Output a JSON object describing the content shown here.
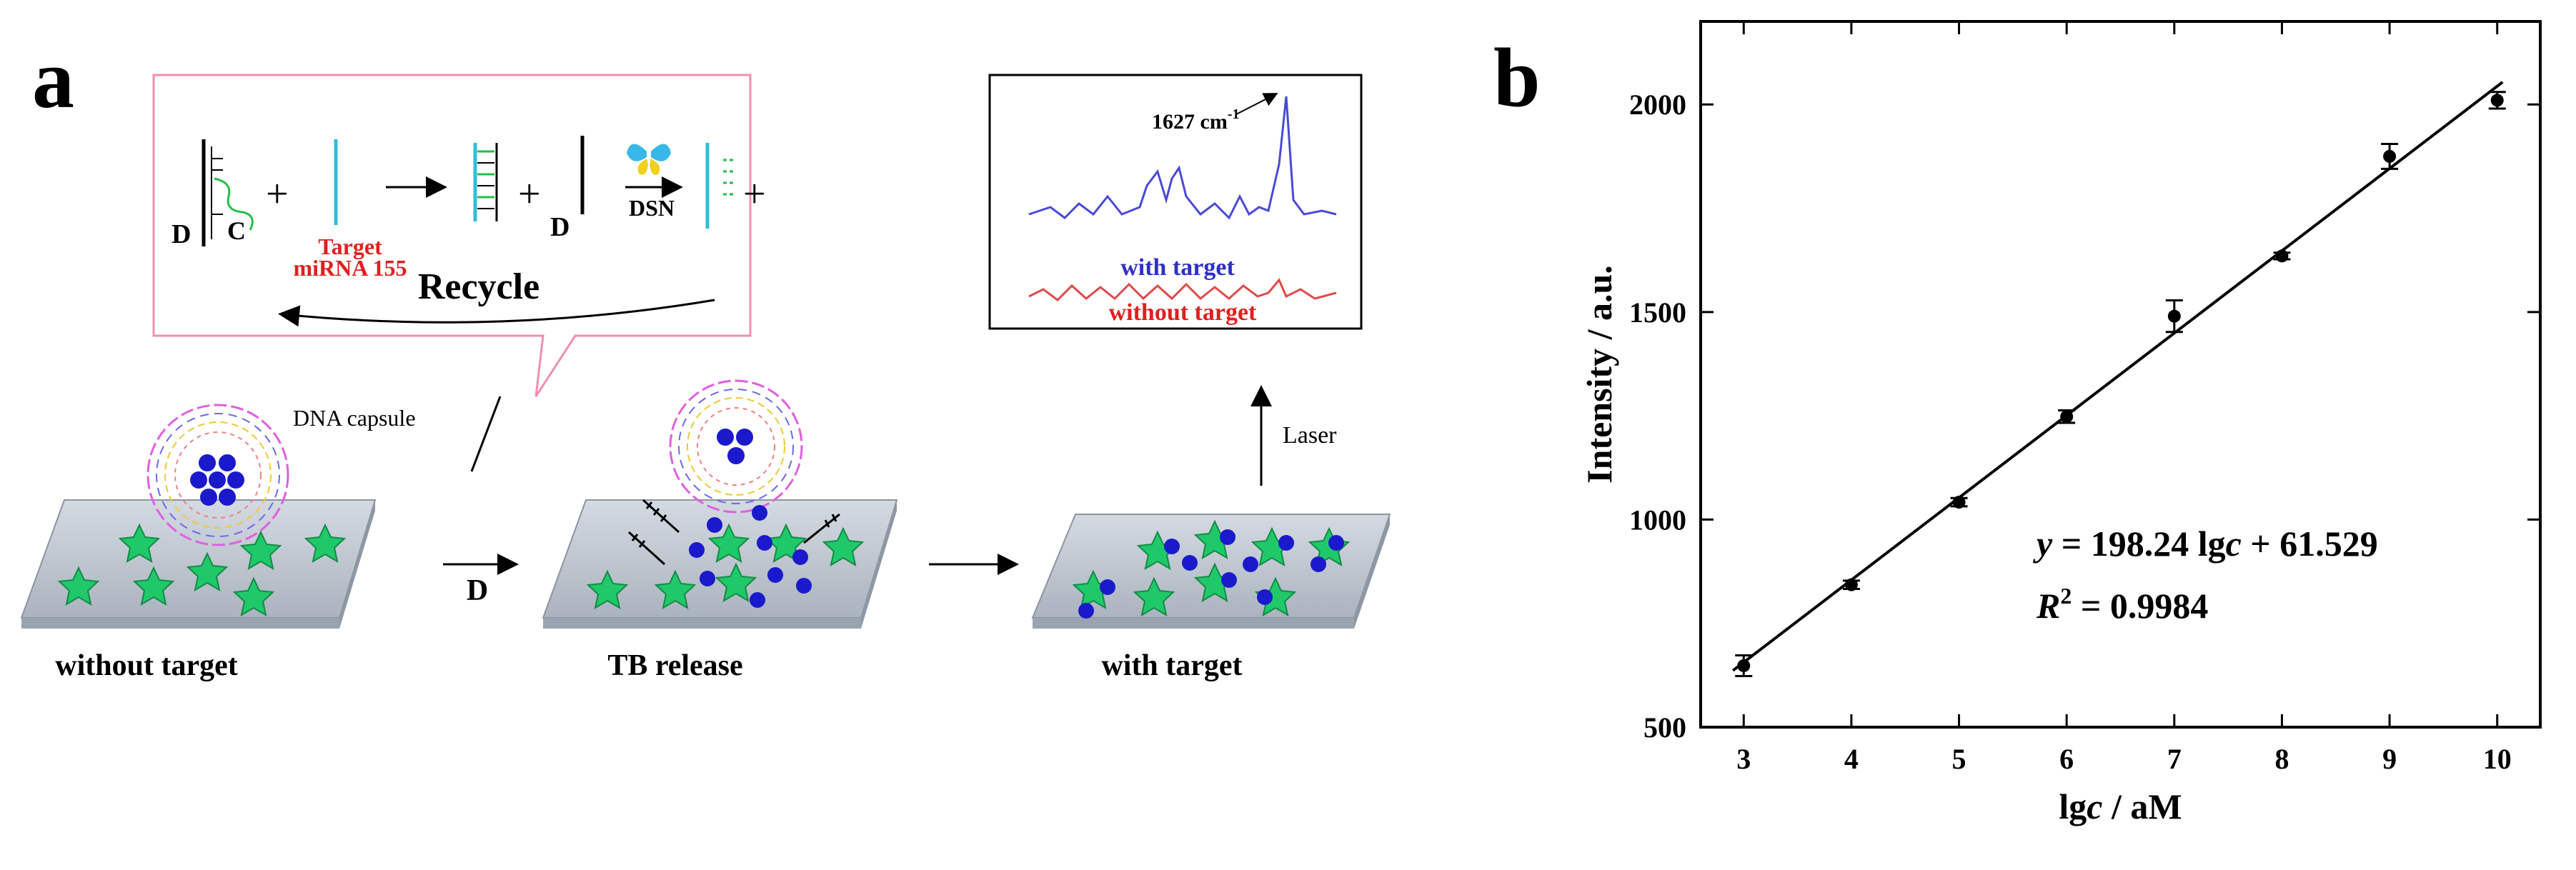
{
  "panel_a": {
    "label": "a",
    "recycle": {
      "d_label": "D",
      "c_label": "C",
      "plus": "+",
      "target_line1": "Target",
      "target_line2": "miRNA 155",
      "dsn_label": "DSN",
      "recycle_label": "Recycle"
    },
    "spectrum": {
      "peak_label": "1627 cm",
      "peak_sup": "-1",
      "with_target": "with target",
      "without_target": "without target"
    },
    "stages": {
      "capsule_label": "DNA capsule",
      "without_target": "without target",
      "d_arrow": "D",
      "tb_release": "TB release",
      "with_target": "with target",
      "laser": "Laser"
    },
    "colors": {
      "recycle_box_border": "#f08fb0",
      "target_red": "#e02020",
      "star_green": "#1fc96a",
      "dot_blue": "#1a1acc",
      "spectrum_blue": "#4a4ad8",
      "spectrum_red": "#e04a4a"
    }
  },
  "panel_b": {
    "label": "b",
    "equation_y": "y",
    "equation_rest1": " = 198.24 lg",
    "equation_c": "c",
    "equation_rest2": " + 61.529",
    "r2_R": "R",
    "r2_sup": "2",
    "r2_value": " = 0.9984"
  },
  "chart_data": {
    "type": "scatter",
    "xlabel_main": "lg",
    "xlabel_italic": "c",
    "xlabel_unit": " / aM",
    "ylabel": "Intensity / a.u.",
    "xlim": [
      2.6,
      10.4
    ],
    "ylim": [
      500,
      2200
    ],
    "x_ticks": [
      3,
      4,
      5,
      6,
      7,
      8,
      9,
      10
    ],
    "y_ticks": [
      500,
      1000,
      1500,
      2000
    ],
    "points": [
      {
        "x": 3,
        "y": 648,
        "err": 25
      },
      {
        "x": 4,
        "y": 843,
        "err": 10
      },
      {
        "x": 5,
        "y": 1042,
        "err": 10
      },
      {
        "x": 6,
        "y": 1248,
        "err": 15
      },
      {
        "x": 7,
        "y": 1490,
        "err": 38
      },
      {
        "x": 8,
        "y": 1635,
        "err": 8
      },
      {
        "x": 9,
        "y": 1875,
        "err": 30
      },
      {
        "x": 10,
        "y": 2010,
        "err": 20
      }
    ],
    "fit": {
      "slope": 198.24,
      "intercept": 61.529
    }
  }
}
